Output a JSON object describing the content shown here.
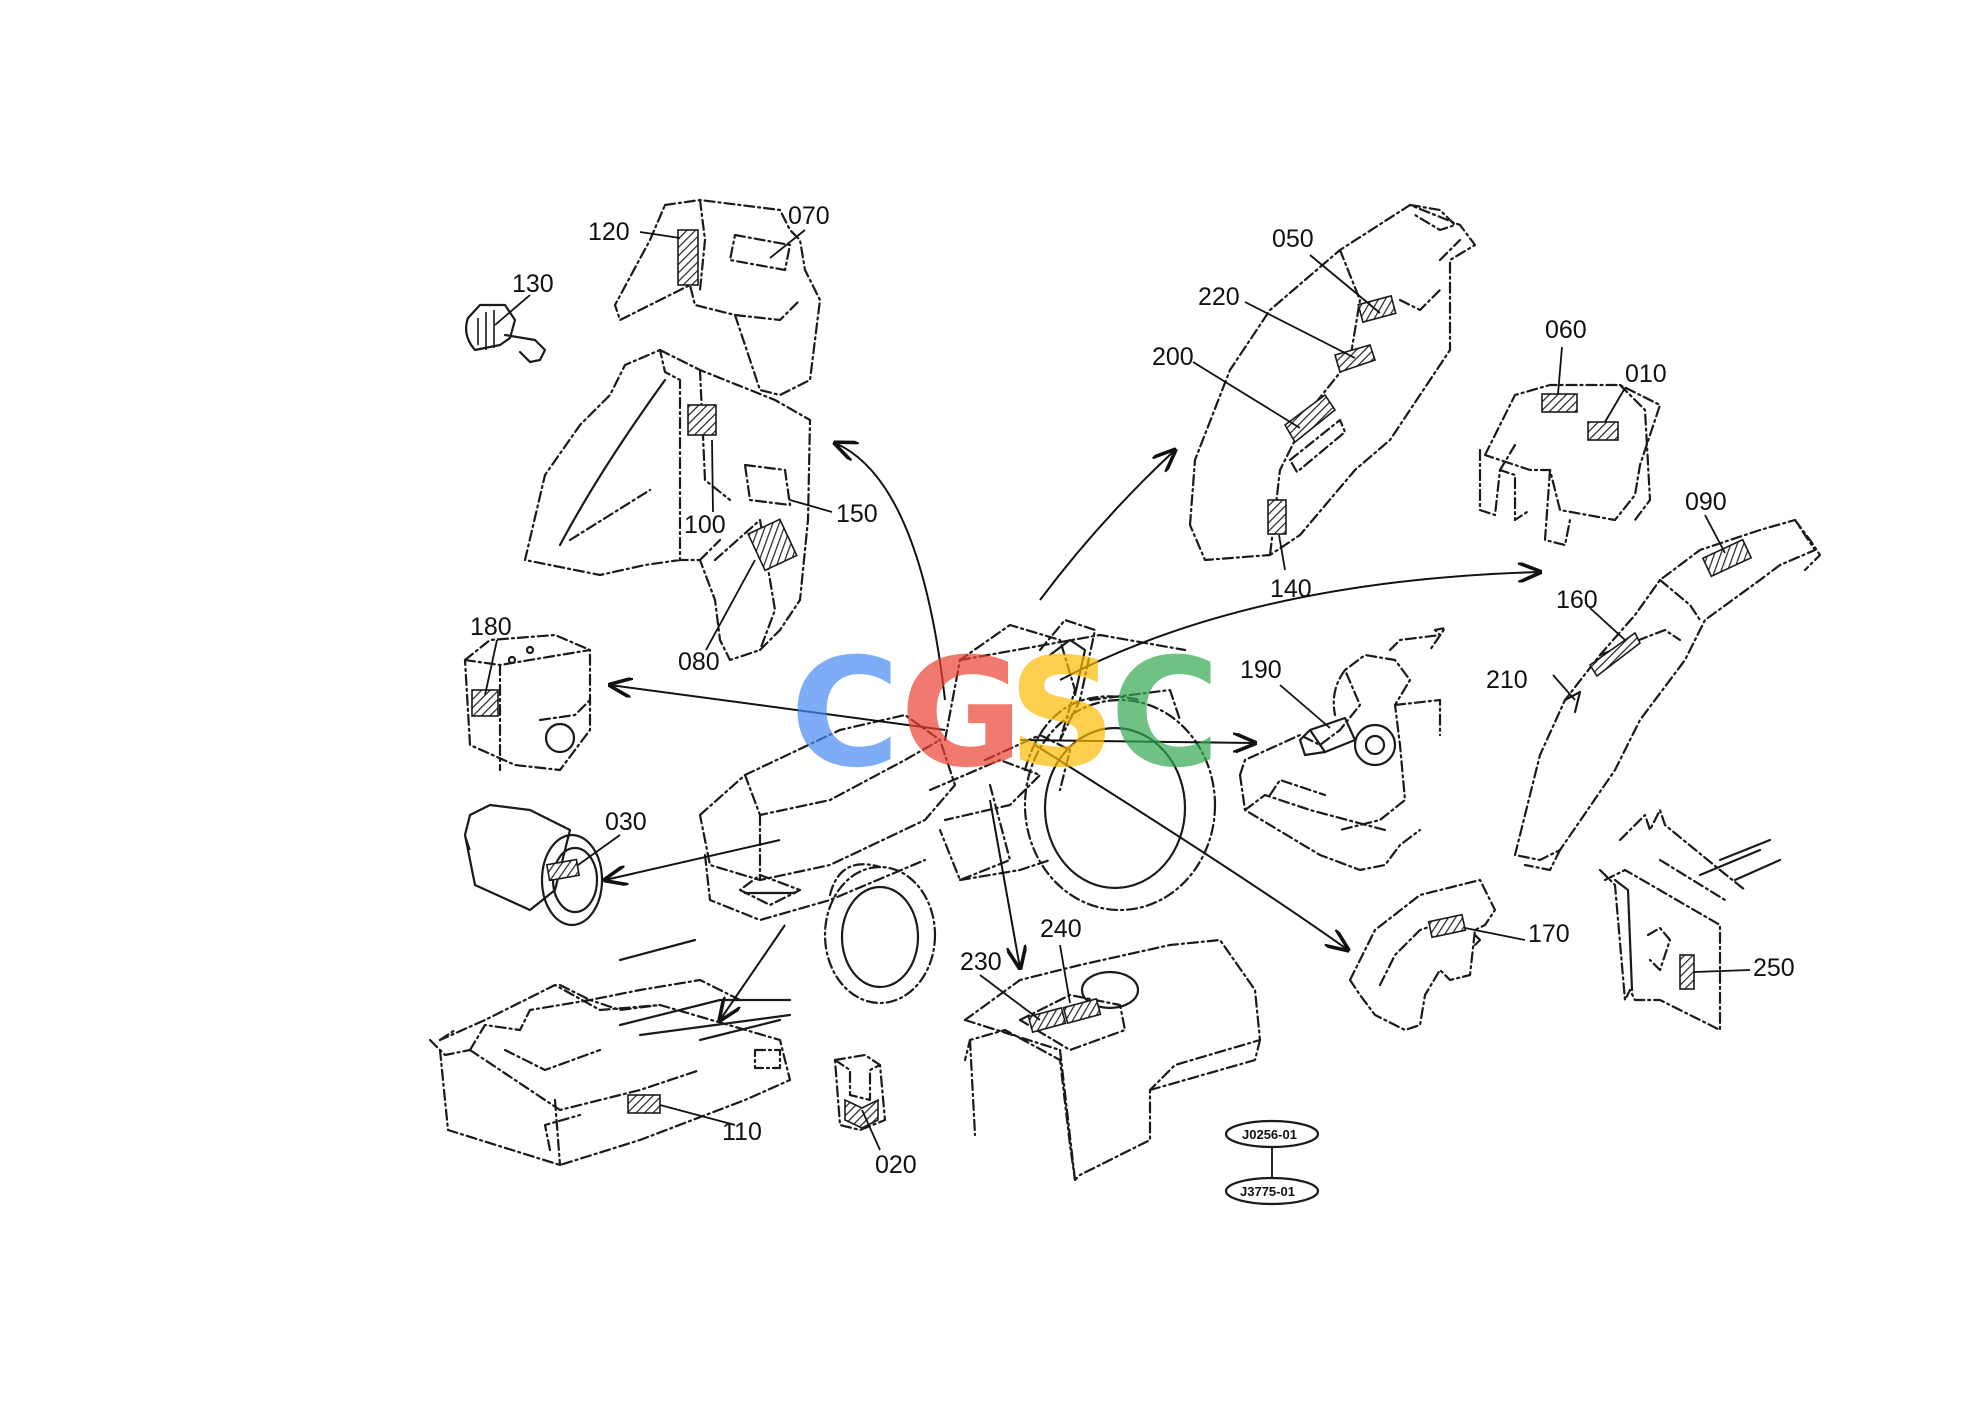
{
  "watermark": {
    "letters": [
      "C",
      "G",
      "S",
      "C"
    ],
    "colors": [
      "#4a8af4",
      "#ea4335",
      "#fbbc05",
      "#34a853"
    ]
  },
  "callouts": [
    {
      "id": "c010",
      "text": "010"
    },
    {
      "id": "c020",
      "text": "020"
    },
    {
      "id": "c030",
      "text": "030"
    },
    {
      "id": "c050",
      "text": "050"
    },
    {
      "id": "c060",
      "text": "060"
    },
    {
      "id": "c070",
      "text": "070"
    },
    {
      "id": "c080",
      "text": "080"
    },
    {
      "id": "c090",
      "text": "090"
    },
    {
      "id": "c100",
      "text": "100"
    },
    {
      "id": "c110",
      "text": "110"
    },
    {
      "id": "c120",
      "text": "120"
    },
    {
      "id": "c130",
      "text": "130"
    },
    {
      "id": "c140",
      "text": "140"
    },
    {
      "id": "c150",
      "text": "150"
    },
    {
      "id": "c160",
      "text": "160"
    },
    {
      "id": "c170",
      "text": "170"
    },
    {
      "id": "c180",
      "text": "180"
    },
    {
      "id": "c190",
      "text": "190"
    },
    {
      "id": "c200",
      "text": "200"
    },
    {
      "id": "c210",
      "text": "210"
    },
    {
      "id": "c220",
      "text": "220"
    },
    {
      "id": "c230",
      "text": "230"
    },
    {
      "id": "c240",
      "text": "240"
    },
    {
      "id": "c250",
      "text": "250"
    }
  ],
  "reference_codes": [
    "J0256-01",
    "J3775-01"
  ]
}
